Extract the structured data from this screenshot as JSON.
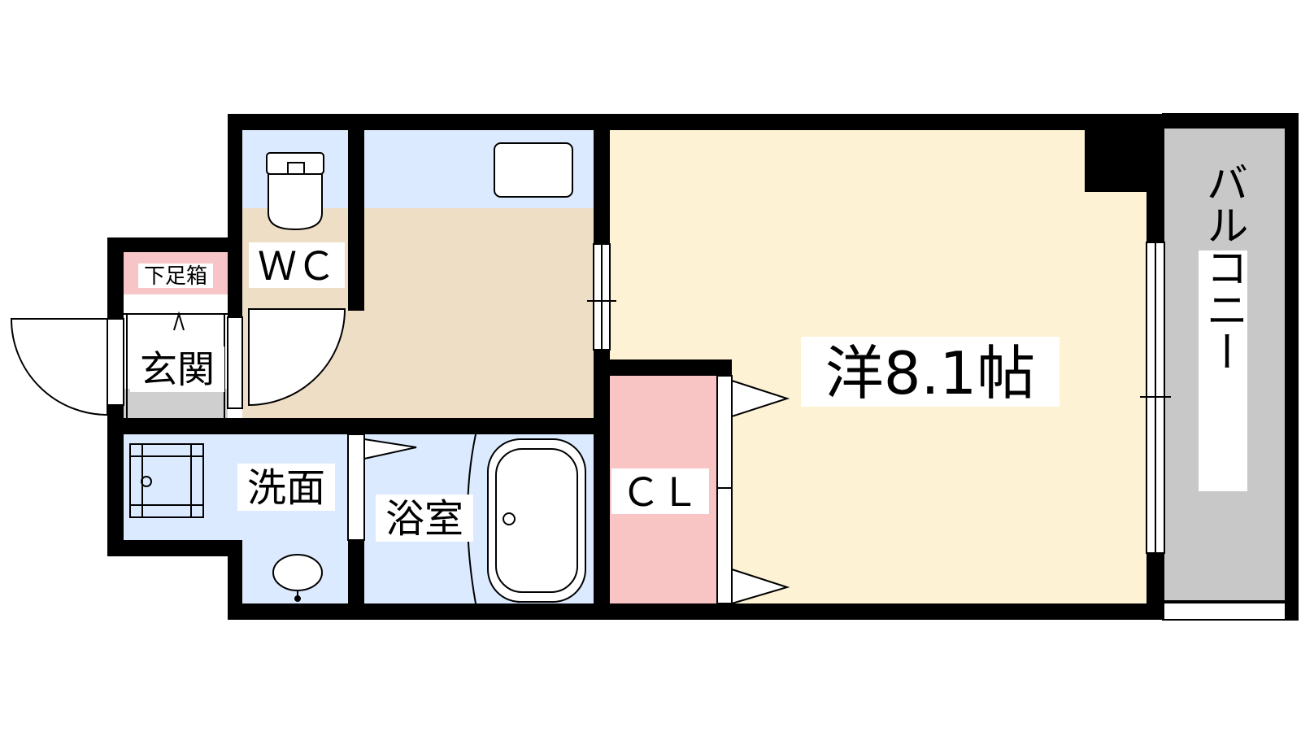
{
  "rooms": {
    "western": {
      "label": "洋8.1帖"
    },
    "balcony": {
      "label": "バルコニー"
    },
    "wc": {
      "label": "ＷＣ"
    },
    "entrance": {
      "label": "玄関"
    },
    "shoe_box": {
      "label": "下足箱"
    },
    "washroom": {
      "label": "洗面"
    },
    "bathroom": {
      "label": "浴室"
    },
    "closet": {
      "label": "ＣＬ"
    }
  },
  "colors": {
    "western_room": "#fdf2d3",
    "wet_area": "#dbeafe",
    "kitchen_floor": "#efdec6",
    "closet": "#f9c4c4",
    "shoe_box": "#f7c5c8",
    "balcony": "#c8c8c8",
    "entrance_floor": "#cfcfcf",
    "wall": "#000000"
  },
  "icons": [
    "toilet-icon",
    "sink-icon",
    "bathtub-icon",
    "washing-machine-icon",
    "kitchen-counter-icon"
  ]
}
